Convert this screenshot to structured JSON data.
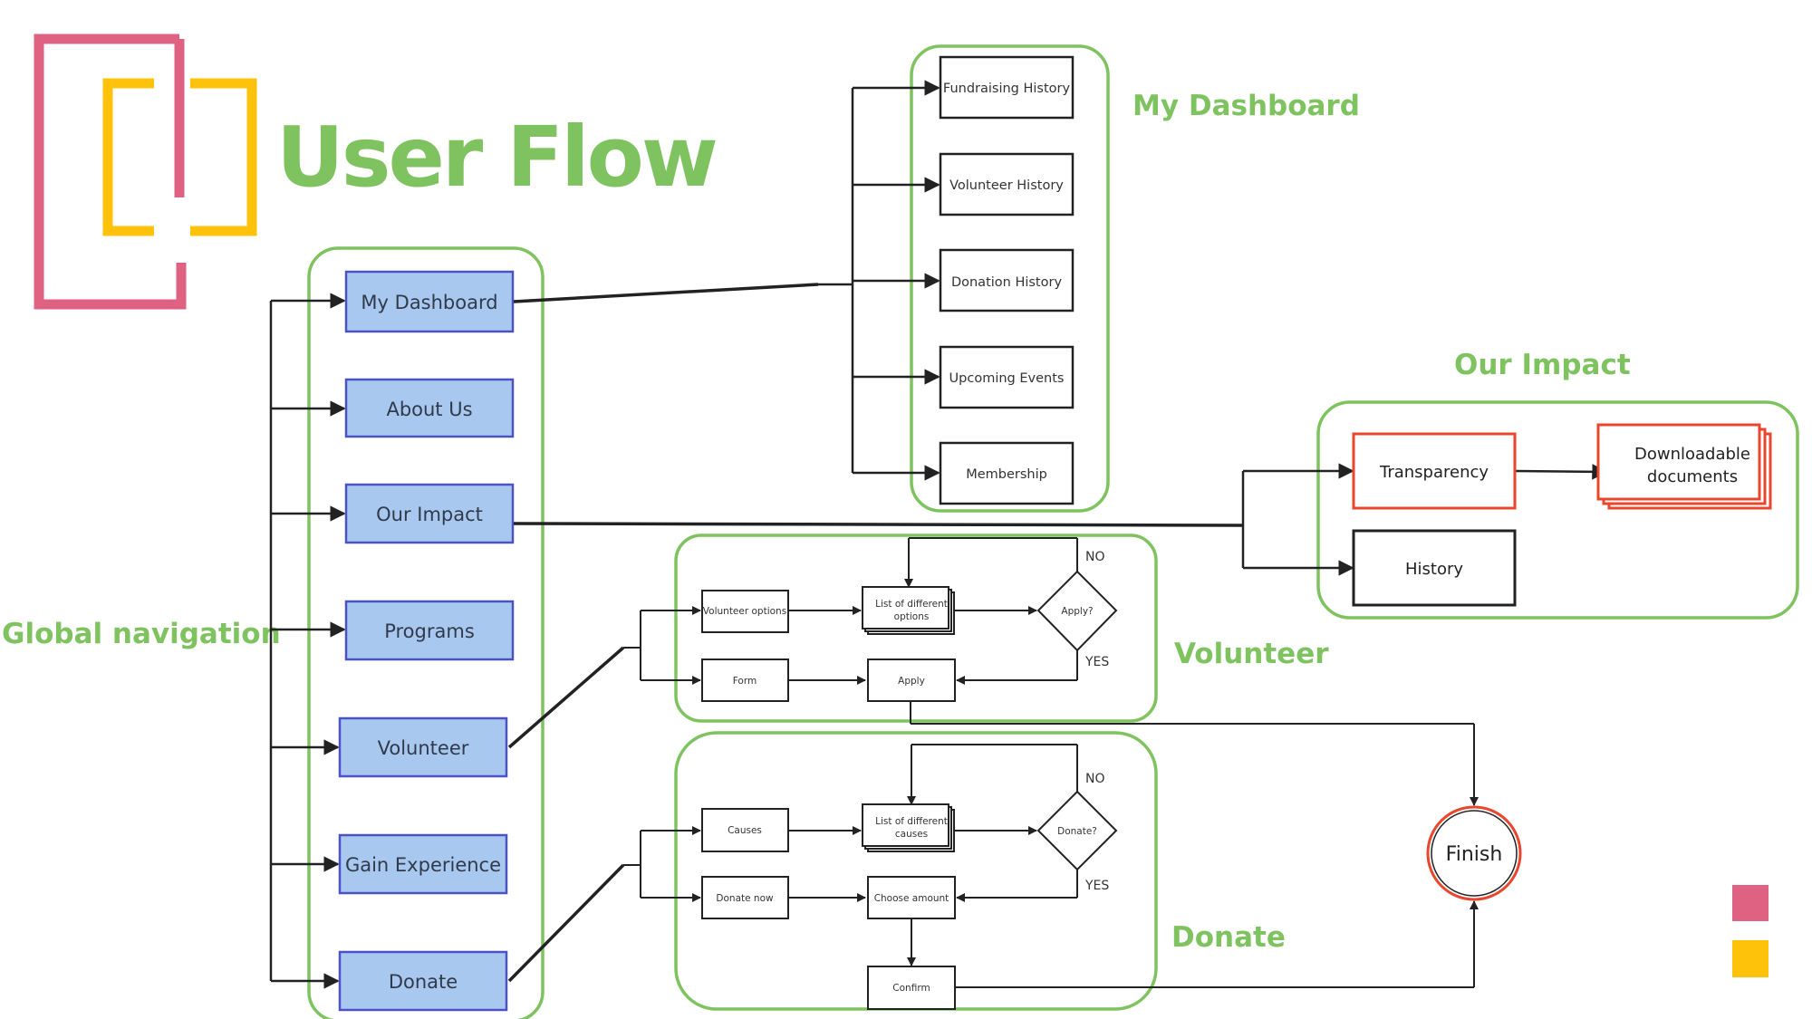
{
  "title": "User Flow",
  "colors": {
    "green": "#7ec35f",
    "pink": "#e06283",
    "yellow": "#ffc20a",
    "nav_fill": "#a9c8f0",
    "nav_stroke": "#4a52c4",
    "red": "#e8472d"
  },
  "section_labels": {
    "global_navigation": "Global navigation",
    "my_dashboard": "My Dashboard",
    "our_impact": "Our Impact",
    "volunteer": "Volunteer",
    "donate": "Donate"
  },
  "nav": {
    "my_dashboard": "My Dashboard",
    "about_us": "About Us",
    "our_impact": "Our Impact",
    "programs": "Programs",
    "volunteer": "Volunteer",
    "gain_experience": "Gain Experience",
    "donate": "Donate"
  },
  "dashboard": {
    "fundraising_history": "Fundraising History",
    "volunteer_history": "Volunteer History",
    "donation_history": "Donation History",
    "upcoming_events": "Upcoming Events",
    "membership": "Membership"
  },
  "impact": {
    "transparency": "Transparency",
    "downloadable_line1": "Downloadable",
    "downloadable_line2": "documents",
    "history": "History"
  },
  "volunteer_flow": {
    "options": "Volunteer options",
    "list_line1": "List of different",
    "list_line2": "options",
    "decision": "Apply?",
    "no": "NO",
    "yes": "YES",
    "form": "Form",
    "apply": "Apply"
  },
  "donate_flow": {
    "causes": "Causes",
    "list_line1": "List of different",
    "list_line2": "causes",
    "decision": "Donate?",
    "no": "NO",
    "yes": "YES",
    "donate_now": "Donate now",
    "choose_amount": "Choose amount",
    "confirm": "Confirm"
  },
  "finish": "Finish"
}
